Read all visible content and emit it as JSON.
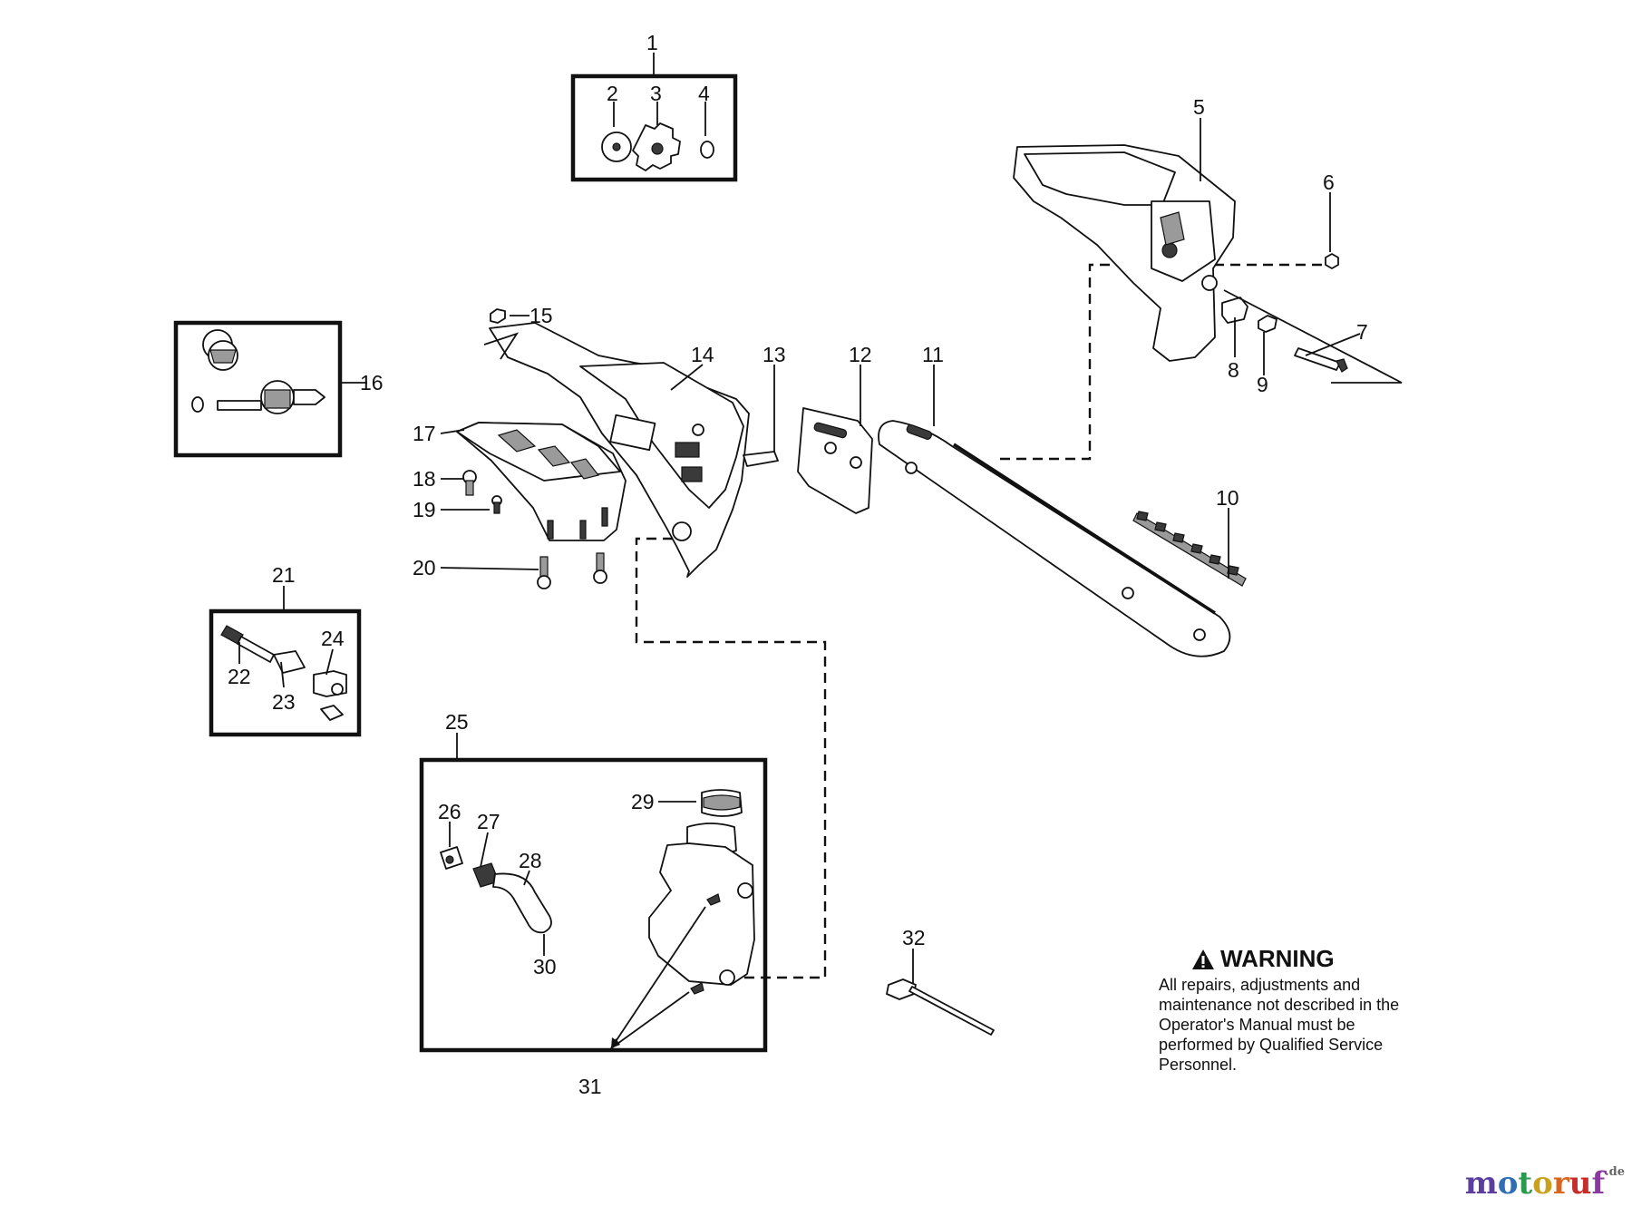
{
  "callouts": [
    "1",
    "2",
    "3",
    "4",
    "5",
    "6",
    "7",
    "8",
    "9",
    "10",
    "11",
    "12",
    "13",
    "14",
    "15",
    "16",
    "17",
    "18",
    "19",
    "20",
    "21",
    "22",
    "23",
    "24",
    "25",
    "26",
    "27",
    "28",
    "29",
    "30",
    "31",
    "32"
  ],
  "warning": {
    "title": "WARNING",
    "body": "All repairs, adjustments and maintenance not described in the Operator's Manual must be performed by Qualified Service Personnel."
  },
  "watermark": {
    "letters": [
      "m",
      "o",
      "t",
      "o",
      "r",
      "u",
      "f"
    ],
    "colors": [
      "#5b3fa0",
      "#2f6db5",
      "#2a9b4e",
      "#c8a21e",
      "#d9661f",
      "#c62d2d",
      "#8a3a9e"
    ],
    "suffix": ".de"
  }
}
